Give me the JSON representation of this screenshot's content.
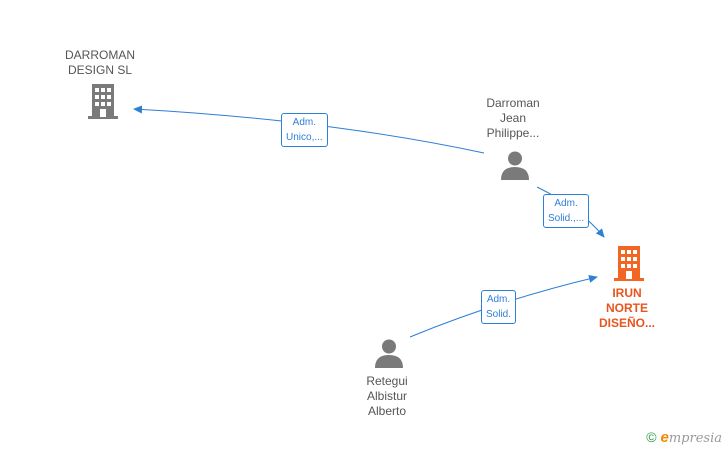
{
  "colors": {
    "edge": "#2e7fd6",
    "company": "#7a7a7a",
    "focus": "#f26522",
    "person": "#7a7a7a",
    "text": "#555555"
  },
  "nodes": {
    "darroman_design": {
      "line1": "DARROMAN",
      "line2": "DESIGN  SL",
      "icon": "building-icon"
    },
    "darroman_jean": {
      "line1": "Darroman",
      "line2": "Jean",
      "line3": "Philippe...",
      "icon": "person-icon"
    },
    "irun_norte": {
      "line1": "IRUN",
      "line2": "NORTE",
      "line3": "DISEÑO...",
      "icon": "building-icon"
    },
    "retegui": {
      "line1": "Retegui",
      "line2": "Albistur",
      "line3": "Alberto",
      "icon": "person-icon"
    }
  },
  "edges": {
    "jean_to_darroman": {
      "line1": "Adm.",
      "line2": "Unico,..."
    },
    "jean_to_irun": {
      "line1": "Adm.",
      "line2": "Solid.,..."
    },
    "retegui_to_irun": {
      "line1": "Adm.",
      "line2": "Solid."
    }
  },
  "brand": {
    "copyright": "©",
    "initial": "e",
    "name": "mpresia"
  }
}
